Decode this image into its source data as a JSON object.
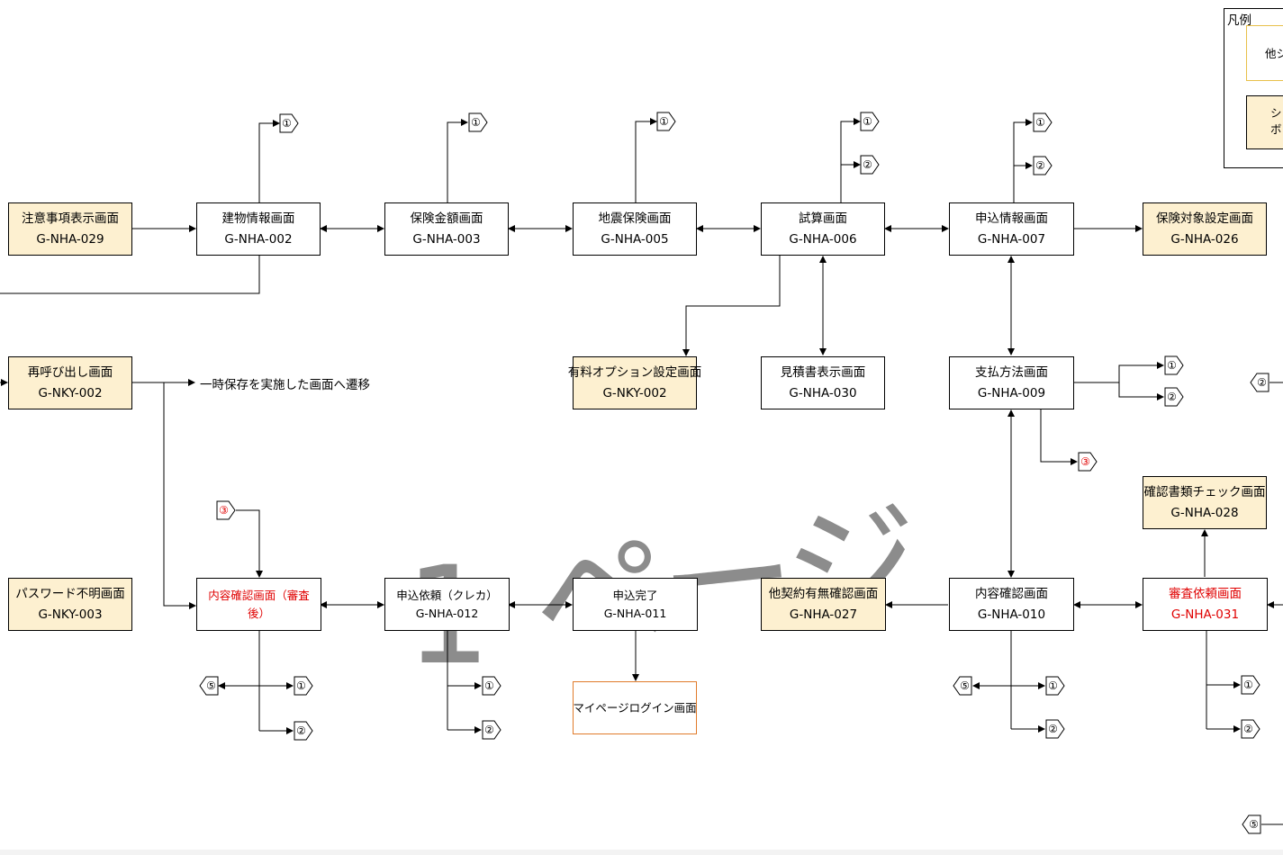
{
  "watermark": {
    "page_number": "1",
    "page_word": "ページ"
  },
  "legend": {
    "title": "凡例",
    "item1_partial": "他シ",
    "item2_line1": "シ",
    "item2_line2": "ボ"
  },
  "note_resume": "一時保存を実施した画面へ遷移",
  "screens": {
    "nha029": {
      "name": "注意事項表示画面",
      "code": "G-NHA-029"
    },
    "nha002": {
      "name": "建物情報画面",
      "code": "G-NHA-002"
    },
    "nha003": {
      "name": "保険金額画面",
      "code": "G-NHA-003"
    },
    "nha005": {
      "name": "地震保険画面",
      "code": "G-NHA-005"
    },
    "nha006": {
      "name": "試算画面",
      "code": "G-NHA-006"
    },
    "nha007": {
      "name": "申込情報画面",
      "code": "G-NHA-007"
    },
    "nha026": {
      "name": "保険対象設定画面",
      "code": "G-NHA-026"
    },
    "nky002": {
      "name": "再呼び出し画面",
      "code": "G-NKY-002"
    },
    "nky002opt": {
      "name": "有料オプション設定画面",
      "code": "G-NKY-002"
    },
    "nha030": {
      "name": "見積書表示画面",
      "code": "G-NHA-030"
    },
    "nha009": {
      "name": "支払方法画面",
      "code": "G-NHA-009"
    },
    "nha028": {
      "name": "確認書類チェック画面",
      "code": "G-NHA-028"
    },
    "nky003": {
      "name": "パスワード不明画面",
      "code": "G-NKY-003"
    },
    "review": {
      "name": "内容確認画面（審査後）"
    },
    "nha012": {
      "name": "申込依頼（クレカ）",
      "code": "G-NHA-012"
    },
    "nha011": {
      "name": "申込完了",
      "code": "G-NHA-011"
    },
    "nha027": {
      "name": "他契約有無確認画面",
      "code": "G-NHA-027"
    },
    "nha010": {
      "name": "内容確認画面",
      "code": "G-NHA-010"
    },
    "nha031": {
      "name": "審査依頼画面",
      "code": "G-NHA-031"
    },
    "mypage": {
      "name": "マイページログイン画面"
    }
  },
  "connector_labels": {
    "c1": "①",
    "c2": "②",
    "c3": "③",
    "c5": "⑤"
  },
  "colors": {
    "external_screen_fill": "#fdf0d0",
    "alert_text": "#e00000",
    "mypage_border": "#e07b2a",
    "watermark": "#8c8c8c"
  }
}
